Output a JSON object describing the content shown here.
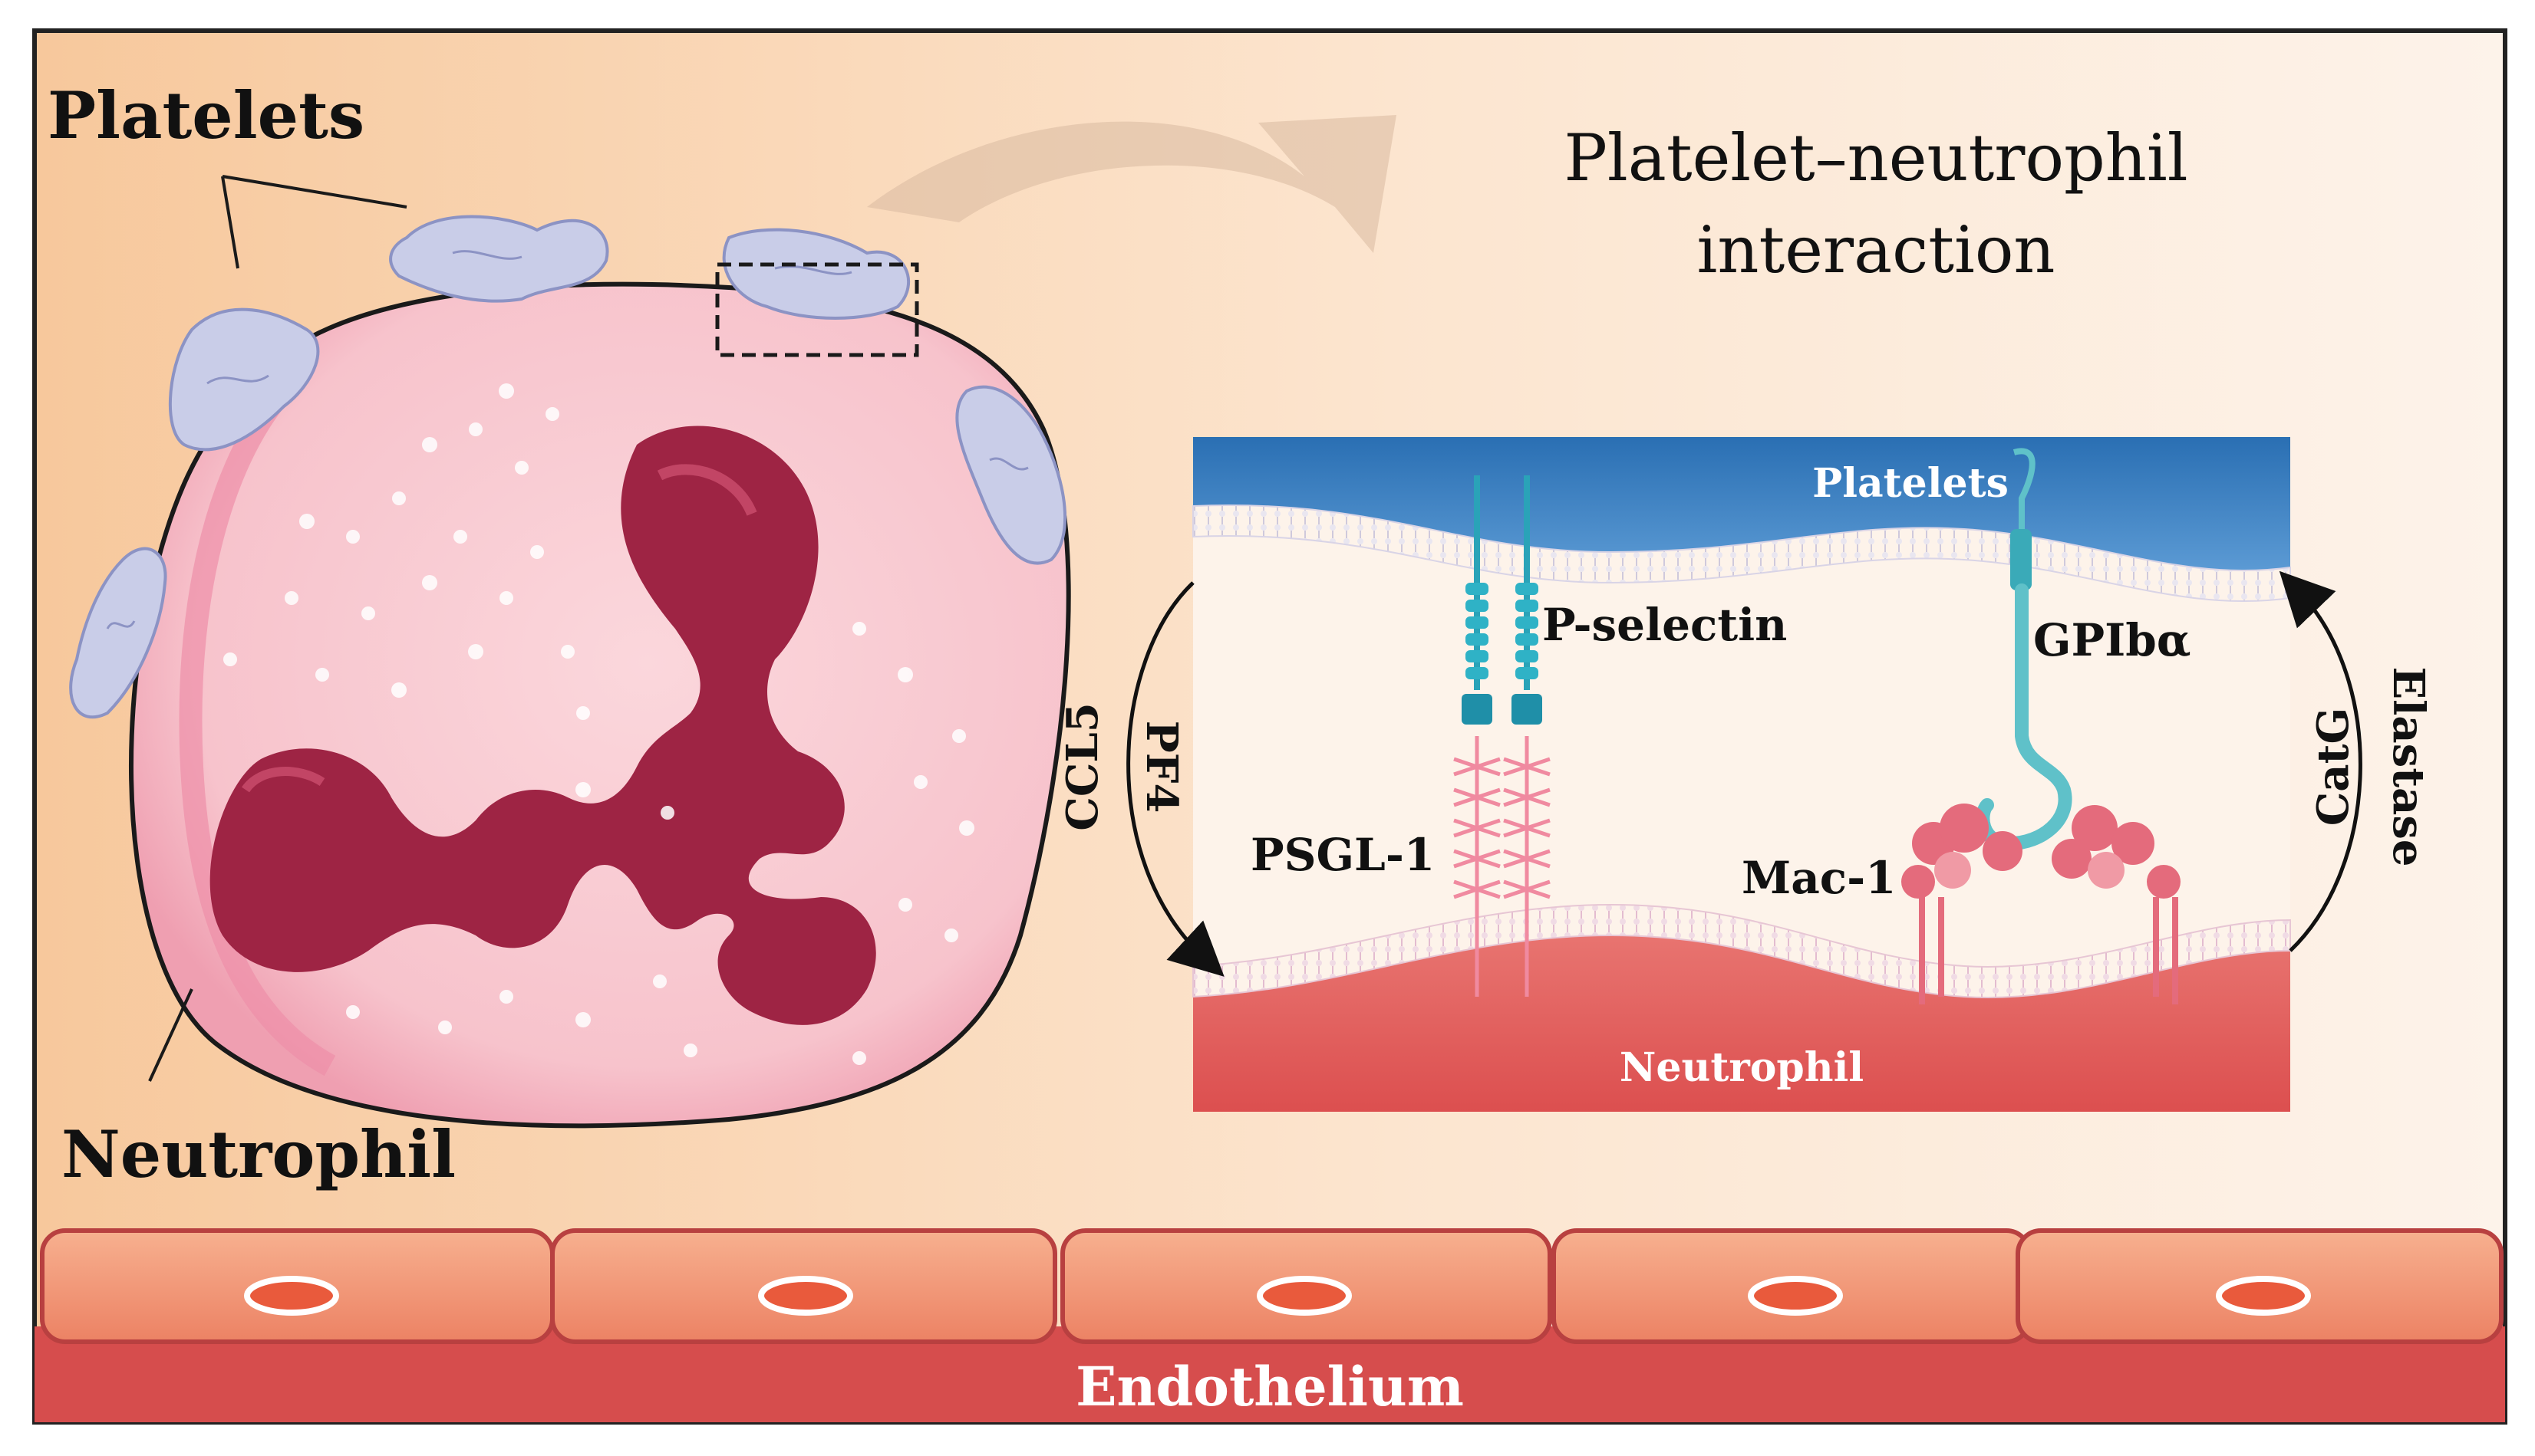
{
  "labels": {
    "platelets_main": "Platelets",
    "neutrophil_main": "Neutrophil",
    "title_line1": "Platelet–neutrophil",
    "title_line2": "interaction",
    "inset_platelets": "Platelets",
    "inset_neutrophil": "Neutrophil",
    "p_selectin": "P-selectin",
    "psgl1": "PSGL-1",
    "gpiba": "GPIbα",
    "mac1": "Mac-1",
    "ccl5": "CCL5",
    "pf4": "PF4",
    "catg": "CatG",
    "elastase": "Elastase",
    "endothelium": "Endothelium"
  },
  "colors": {
    "background_left": "#f8cfa4",
    "background_right": "#fdf1e6",
    "platelet": "#c9cde8",
    "neutrophil_body": "#f6c6cf",
    "nucleus": "#9e2444",
    "inset_platelet_band": "#2f7dc0",
    "inset_neutrophil_band": "#e15656",
    "endothelium_cell": "#f29a7a",
    "endothelium_base": "#d64d4d"
  }
}
